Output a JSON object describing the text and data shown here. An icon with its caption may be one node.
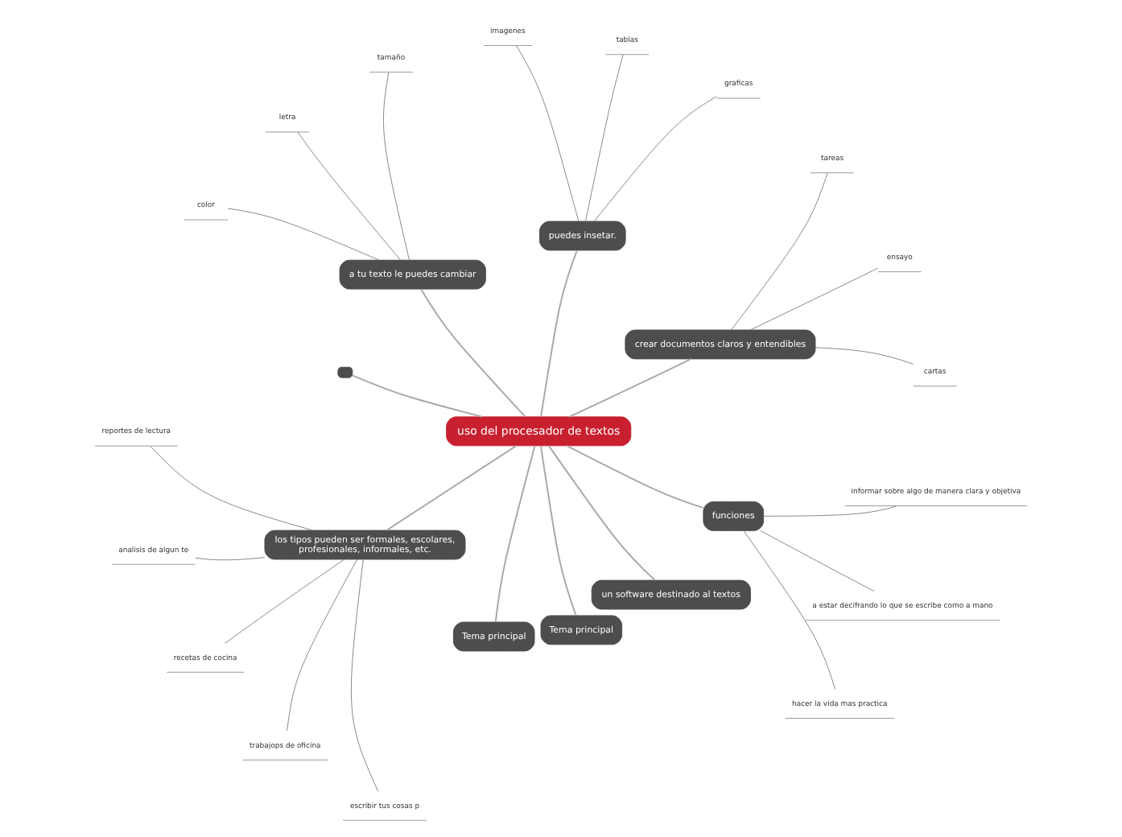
{
  "diagram": {
    "nodes": [
      {
        "text": [
          "uso del procesador de textos"
        ]
      },
      {
        "text": [
          "crear documentos claros y entendibles"
        ]
      },
      {
        "text": [
          "cartas"
        ]
      },
      {
        "text": [
          "ensayo"
        ]
      },
      {
        "text": [
          "tareas"
        ]
      },
      {
        "text": [
          "puedes insetar."
        ]
      },
      {
        "text": [
          "graficas"
        ]
      },
      {
        "text": [
          "tablas"
        ]
      },
      {
        "text": [
          "imagenes"
        ]
      },
      {
        "text": [
          "a tu texto le puedes cambiar"
        ]
      },
      {
        "text": [
          "tamaño"
        ]
      },
      {
        "text": [
          "letra"
        ]
      },
      {
        "text": [
          "color"
        ]
      },
      {
        "text": [],
        "shape": "box"
      },
      {
        "text": [
          "los tipos pueden ser formales, escolares, profesionales, informales, etc."
        ]
      },
      {
        "text": [
          "reportes de lectura"
        ]
      },
      {
        "text": [
          "analisis de algun te"
        ]
      },
      {
        "text": [
          "recetas de cocina"
        ]
      },
      {
        "text": [
          "trabajops de oficina"
        ]
      },
      {
        "text": [
          "escribir tus cosas p"
        ]
      },
      {
        "text": [
          "Tema principal"
        ]
      },
      {
        "text": [
          "Tema principal"
        ]
      },
      {
        "text": [
          "un software destinado al textos"
        ]
      },
      {
        "text": [
          "funciones"
        ]
      },
      {
        "text": [
          "hacer la vida mas practica"
        ]
      },
      {
        "text": [
          "a estar decifrando lo que se escribe como a mano"
        ]
      },
      {
        "text": [
          "informar sobre algo de manera clara y objetiva"
        ]
      }
    ],
    "edges": [
      {
        "from": 0,
        "to": 1,
        "arrow": "none"
      },
      {
        "from": 1,
        "to": 2,
        "arrow": "none"
      },
      {
        "from": 1,
        "to": 3,
        "arrow": "none"
      },
      {
        "from": 1,
        "to": 4,
        "arrow": "none"
      },
      {
        "from": 0,
        "to": 5,
        "arrow": "none"
      },
      {
        "from": 5,
        "to": 6,
        "arrow": "none"
      },
      {
        "from": 5,
        "to": 7,
        "arrow": "none"
      },
      {
        "from": 5,
        "to": 8,
        "arrow": "none"
      },
      {
        "from": 0,
        "to": 9,
        "arrow": "none"
      },
      {
        "from": 9,
        "to": 10,
        "arrow": "none"
      },
      {
        "from": 9,
        "to": 11,
        "arrow": "none"
      },
      {
        "from": 9,
        "to": 12,
        "arrow": "none"
      },
      {
        "from": 0,
        "to": 13,
        "arrow": "none"
      },
      {
        "from": 0,
        "to": 14,
        "arrow": "none"
      },
      {
        "from": 14,
        "to": 15,
        "arrow": "none"
      },
      {
        "from": 14,
        "to": 16,
        "arrow": "none"
      },
      {
        "from": 14,
        "to": 17,
        "arrow": "none"
      },
      {
        "from": 14,
        "to": 18,
        "arrow": "none"
      },
      {
        "from": 14,
        "to": 19,
        "arrow": "none"
      },
      {
        "from": 0,
        "to": 20,
        "arrow": "none"
      },
      {
        "from": 0,
        "to": 21,
        "arrow": "none"
      },
      {
        "from": 0,
        "to": 22,
        "arrow": "none"
      },
      {
        "from": 0,
        "to": 23,
        "arrow": "none"
      },
      {
        "from": 23,
        "to": 24,
        "arrow": "none"
      },
      {
        "from": 23,
        "to": 25,
        "arrow": "none"
      },
      {
        "from": 23,
        "to": 26,
        "arrow": "none"
      }
    ]
  }
}
